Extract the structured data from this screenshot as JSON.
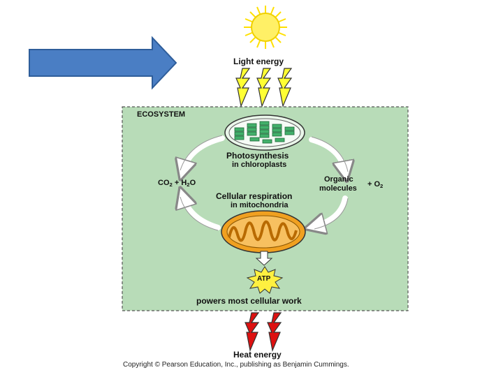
{
  "diagram": {
    "light_energy": "Light energy",
    "ecosystem": "ECOSYSTEM",
    "photosynthesis": "Photosynthesis",
    "in_chloroplasts": "in chloroplasts",
    "co2": "CO",
    "co2_sub": "2",
    "plus_h2o": "+ H",
    "h2o_sub": "2",
    "h2o_o": "O",
    "organic": "Organic",
    "molecules": "molecules",
    "plus_o2": "+ O",
    "o2_sub": "2",
    "cellular_respiration": "Cellular respiration",
    "in_mitochondria": "in mitochondria",
    "atp": "ATP",
    "powers": "powers most cellular work",
    "heat_energy": "Heat energy",
    "copyright": "Copyright © Pearson Education, Inc., publishing as Benjamin Cummings."
  },
  "colors": {
    "ecosystem_fill": "#b8dcb8",
    "sun": "#fff066",
    "light_bolt": "#ffff33",
    "heat_bolt": "#dd1111",
    "mitochondrion": "#f0a020",
    "chloroplast": "#43b06b",
    "pointer_arrow": "#4a7ec4",
    "atp_burst": "#fff040"
  }
}
